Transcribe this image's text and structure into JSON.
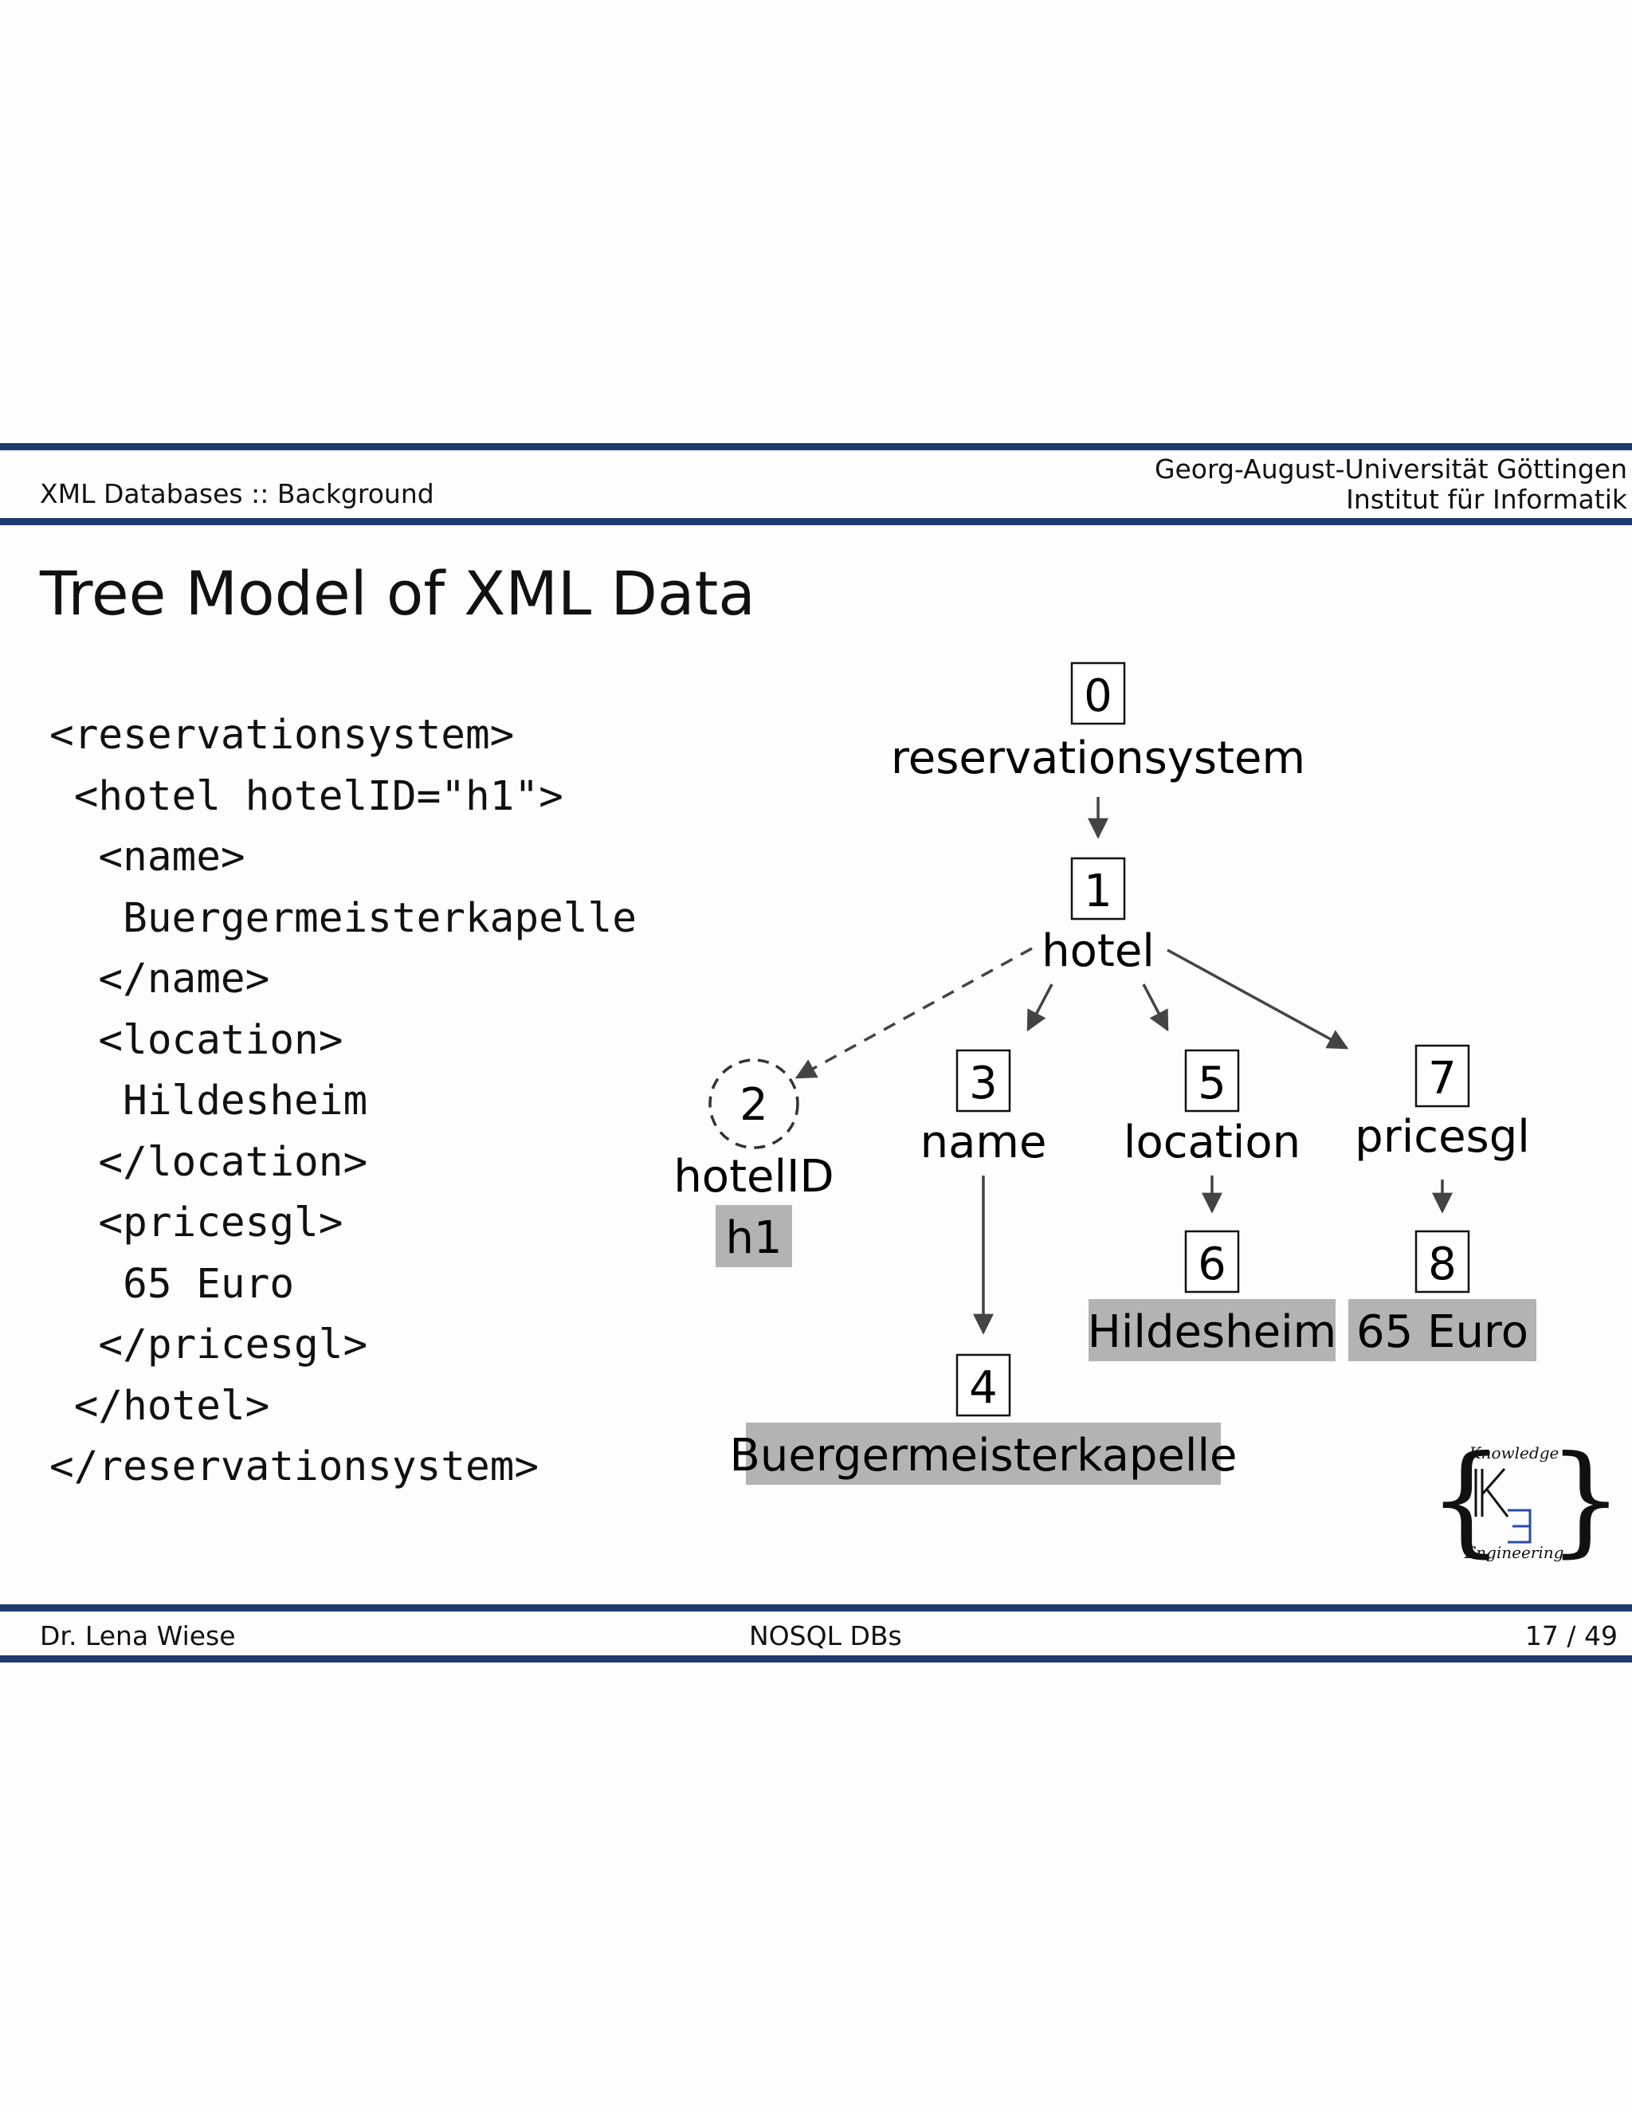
{
  "header": {
    "section": "XML Databases :: Background",
    "university": "Georg-August-Universität Göttingen",
    "institute": "Institut für Informatik"
  },
  "title": "Tree Model of XML Data",
  "code_lines": [
    "<reservationsystem>",
    " <hotel hotelID=\"h1\">",
    "  <name>",
    "   Buergermeisterkapelle",
    "  </name>",
    "  <location>",
    "   Hildesheim",
    "  </location>",
    "  <pricesgl>",
    "   65 Euro",
    "  </pricesgl>",
    " </hotel>",
    "</reservationsystem>"
  ],
  "tree": {
    "nodes": [
      {
        "id": "0",
        "label": "reservationsystem",
        "kind": "element"
      },
      {
        "id": "1",
        "label": "hotel",
        "kind": "element"
      },
      {
        "id": "2",
        "label": "hotelID",
        "kind": "attribute",
        "value": "h1"
      },
      {
        "id": "3",
        "label": "name",
        "kind": "element"
      },
      {
        "id": "4",
        "label": "",
        "kind": "text",
        "value": "Buergermeisterkapelle"
      },
      {
        "id": "5",
        "label": "location",
        "kind": "element"
      },
      {
        "id": "6",
        "label": "",
        "kind": "text",
        "value": "Hildesheim"
      },
      {
        "id": "7",
        "label": "pricesgl",
        "kind": "element"
      },
      {
        "id": "8",
        "label": "",
        "kind": "text",
        "value": "65 Euro"
      }
    ],
    "edges": [
      {
        "from": "0",
        "to": "1",
        "style": "solid"
      },
      {
        "from": "1",
        "to": "2",
        "style": "dashed"
      },
      {
        "from": "1",
        "to": "3",
        "style": "solid"
      },
      {
        "from": "1",
        "to": "5",
        "style": "solid"
      },
      {
        "from": "1",
        "to": "7",
        "style": "solid"
      },
      {
        "from": "3",
        "to": "4",
        "style": "solid"
      },
      {
        "from": "5",
        "to": "6",
        "style": "solid"
      },
      {
        "from": "7",
        "to": "8",
        "style": "solid"
      }
    ]
  },
  "logo": {
    "top_text": "Knowledge",
    "bottom_text": "Engineering"
  },
  "footer": {
    "author": "Dr. Lena Wiese",
    "course": "NOSQL DBs",
    "page": "17 / 49"
  },
  "colors": {
    "bar": "#1f3a6e",
    "value_box": "#b3b3b3",
    "arrow": "#444444",
    "logo_accent": "#2a4aa8"
  }
}
